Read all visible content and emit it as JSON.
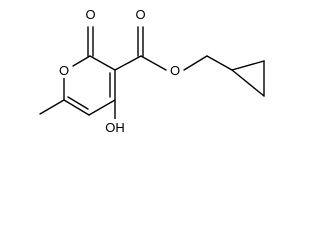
{
  "molecule": {
    "atoms": {
      "ring_oxygen": "O",
      "carbonyl_oxygen_lactone": "O",
      "carbonyl_oxygen_ester": "O",
      "ester_oxygen": "O",
      "hydroxyl": "OH"
    }
  },
  "colors": {
    "bond": "#000000",
    "label": "#000000",
    "background": "#ffffff"
  }
}
